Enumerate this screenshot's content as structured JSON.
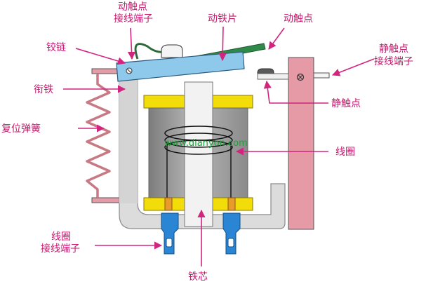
{
  "colors": {
    "label": "#c8166e",
    "leader": "#d2257f",
    "frame": "#dcdcdc",
    "core": "#f2f2f2",
    "bobbin_flange": "#f2dc0a",
    "coil_body": "#9a9a9a",
    "armature_plate": "#8ec8ea",
    "static_plate": "#e59aa6",
    "terminal": "#2a86d4",
    "watermark": "#1aa33a"
  },
  "labels": {
    "moving_terminal_1": "动触点",
    "moving_terminal_2": "接线端子",
    "armature_plate": "动铁片",
    "moving_contact": "动触点",
    "static_terminal_1": "静触点",
    "static_terminal_2": "接线端子",
    "hinge": "铰链",
    "armature": "衔铁",
    "reset_spring": "复位弹簧",
    "static_contact": "静触点",
    "coil": "线圈",
    "coil_terminal_1": "线圈",
    "coil_terminal_2": "接线端子",
    "iron_core": "铁芯"
  },
  "watermark": "www.dianyon.com"
}
